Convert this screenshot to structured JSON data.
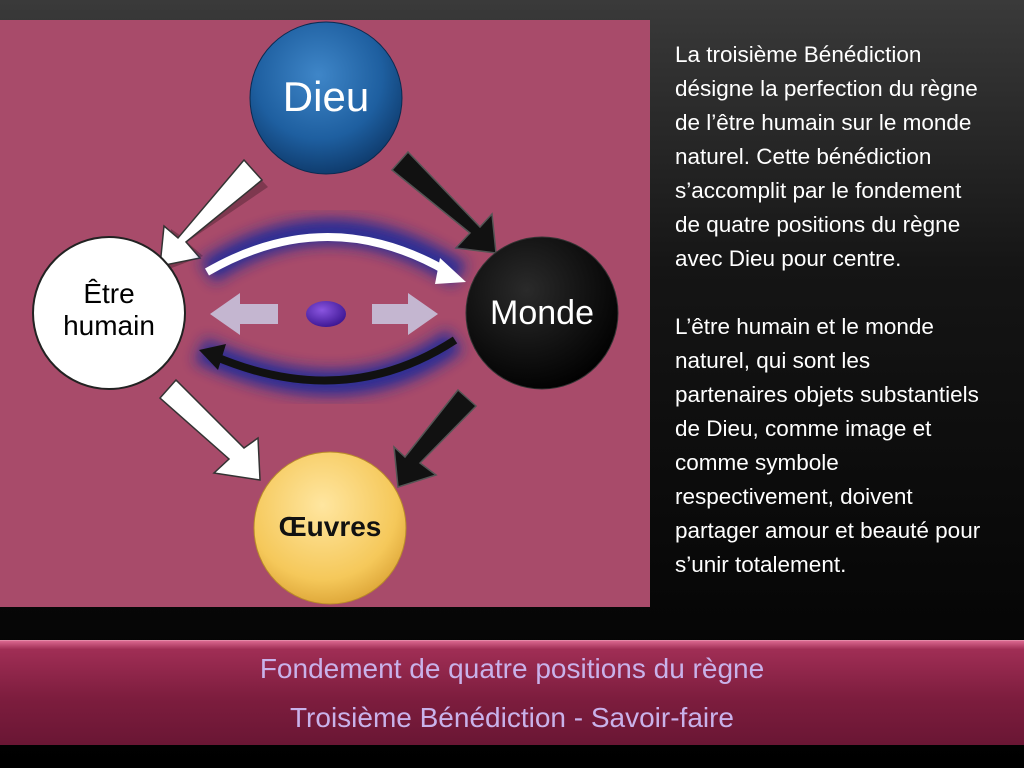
{
  "diagram": {
    "nodes": {
      "god": {
        "label": "Dieu",
        "color": "#1e5fa0"
      },
      "human": {
        "label": "Être humain",
        "color": "#ffffff"
      },
      "world": {
        "label": "Monde",
        "color": "#000000"
      },
      "works": {
        "label": "Œuvres",
        "color": "#f5c85a"
      }
    },
    "panel_color": "#a84b6a"
  },
  "description": {
    "paragraphs": [
      "La troisième Bénédiction\ndésigne la perfection du règne\nde l’être humain sur le monde\nnaturel. Cette bénédiction\ns’accomplit par le fondement\nde quatre positions du règne\navec Dieu pour centre.",
      "L’être humain et le monde\nnaturel, qui sont les\npartenaires objets substantiels\nde Dieu, comme image et\ncomme symbole\nrespectivement, doivent\npartager amour et beauté pour\ns’unir totalement."
    ]
  },
  "footer": {
    "line1": "Fondement de quatre positions du règne",
    "line2": "Troisième Bénédiction - Savoir-faire"
  }
}
